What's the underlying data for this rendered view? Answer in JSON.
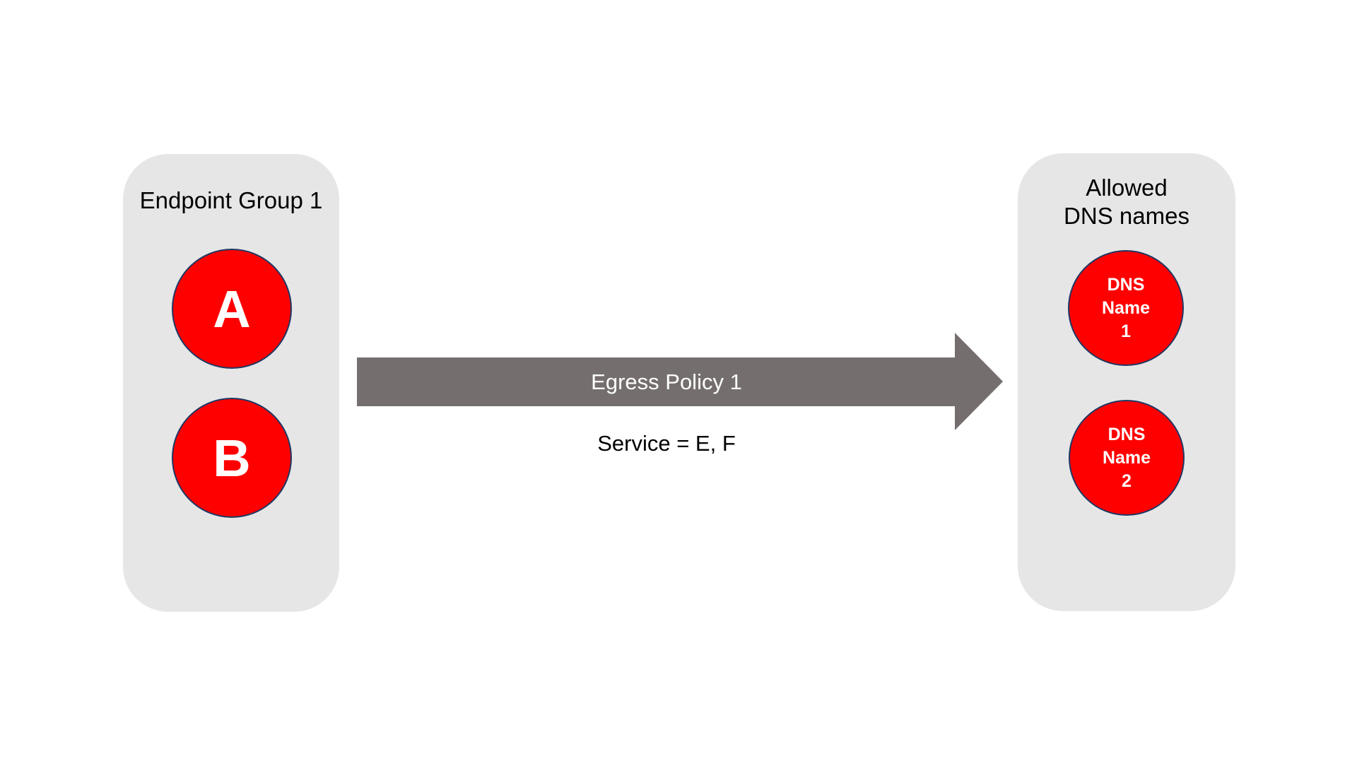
{
  "diagram": {
    "left_group": {
      "title": "Endpoint Group 1",
      "nodes": [
        {
          "label": "A"
        },
        {
          "label": "B"
        }
      ]
    },
    "arrow": {
      "label": "Egress Policy 1",
      "sublabel": "Service = E, F"
    },
    "right_group": {
      "title_lines": [
        "Allowed",
        "DNS names"
      ],
      "nodes": [
        {
          "lines": [
            "DNS",
            "Name",
            "1"
          ]
        },
        {
          "lines": [
            "DNS",
            "Name",
            "2"
          ]
        }
      ]
    },
    "colors": {
      "background": "#ffffff",
      "panel_fill": "#e7e6e6",
      "node_fill": "#fe0000",
      "node_border": "#1f3864",
      "node_text": "#ffffff",
      "arrow_fill": "#746f6e",
      "arrow_text": "#ffffff",
      "title_text": "#000000"
    }
  }
}
